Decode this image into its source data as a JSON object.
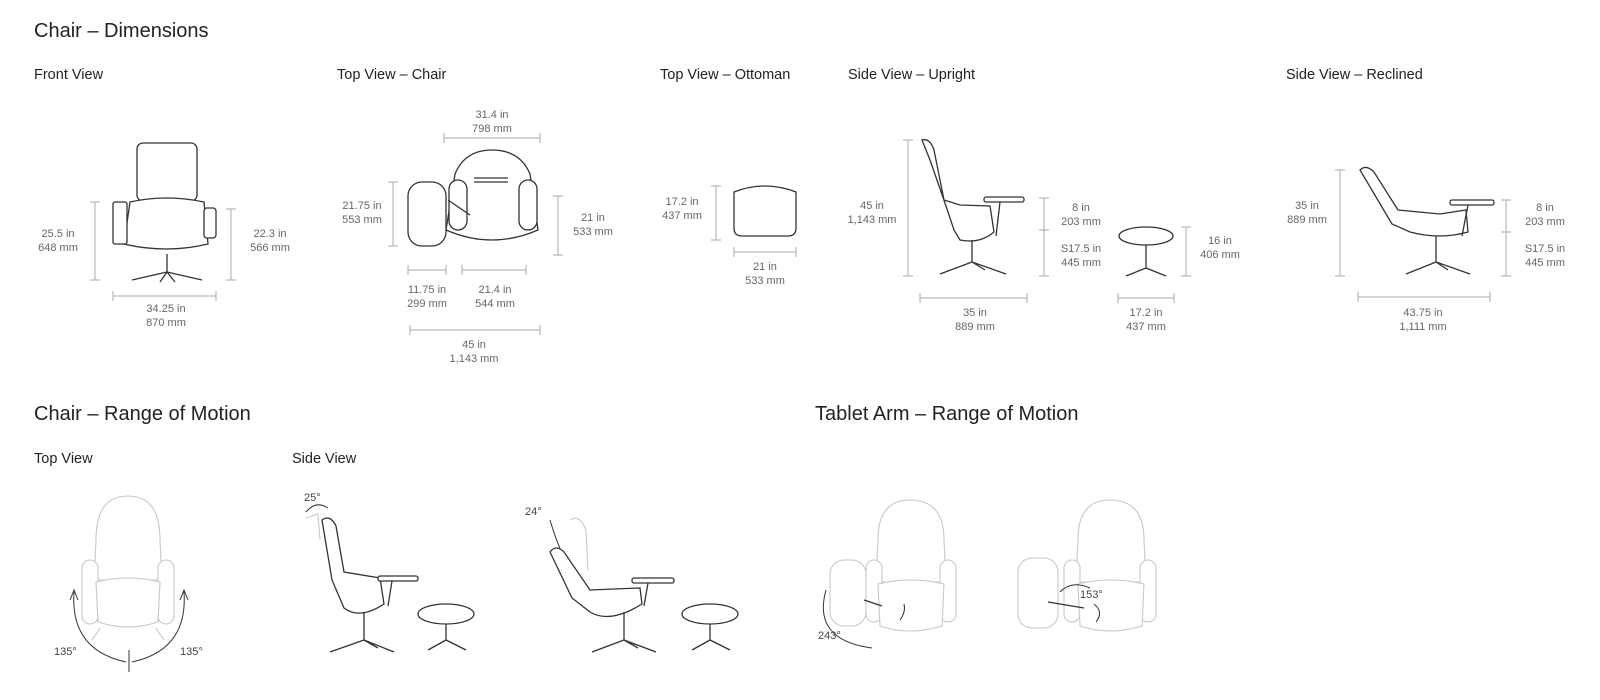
{
  "headings": {
    "dimensions": "Chair – Dimensions",
    "chair_motion": "Chair – Range of Motion",
    "tablet_motion": "Tablet Arm – Range of Motion"
  },
  "views": {
    "front": "Front View",
    "top_chair": "Top View – Chair",
    "top_ottoman": "Top View – Ottoman",
    "side_upright": "Side View – Upright",
    "side_reclined": "Side View – Reclined",
    "motion_top": "Top View",
    "motion_side": "Side View"
  },
  "dimensions": {
    "front": {
      "height": [
        "25.5 in",
        "648 mm"
      ],
      "arm_height": [
        "22.3 in",
        "566 mm"
      ],
      "width": [
        "34.25 in",
        "870 mm"
      ]
    },
    "top_chair": {
      "seat_width": [
        "31.4 in",
        "798 mm"
      ],
      "tablet_length": [
        "21.75 in",
        "553 mm"
      ],
      "depth": [
        "21 in",
        "533 mm"
      ],
      "tablet_width": [
        "11.75 in",
        "299 mm"
      ],
      "seat_inner": [
        "21.4 in",
        "544 mm"
      ],
      "overall_width": [
        "45 in",
        "1,143 mm"
      ]
    },
    "ottoman": {
      "depth": [
        "17.2 in",
        "437 mm"
      ],
      "width": [
        "21 in",
        "533 mm"
      ]
    },
    "side_upright": {
      "height": [
        "45  in",
        "1,143 mm"
      ],
      "tablet_above": [
        "8 in",
        "203 mm"
      ],
      "seat_height": [
        "S17.5 in",
        "445 mm"
      ],
      "ottoman_height": [
        "16 in",
        "406 mm"
      ],
      "depth": [
        "35 in",
        "889 mm"
      ],
      "ottoman_depth": [
        "17.2 in",
        "437 mm"
      ]
    },
    "side_reclined": {
      "height": [
        "35  in",
        "889 mm"
      ],
      "tablet_above": [
        "8 in",
        "203 mm"
      ],
      "seat_height": [
        "S17.5 in",
        "445 mm"
      ],
      "depth": [
        "43.75 in",
        "1,111 mm"
      ]
    }
  },
  "angles": {
    "swivel_left": "135°",
    "swivel_right": "135°",
    "upright_tilt": "25°",
    "recline_tilt": "24°",
    "tablet_swing": "243°",
    "tablet_rotate": "153°"
  }
}
